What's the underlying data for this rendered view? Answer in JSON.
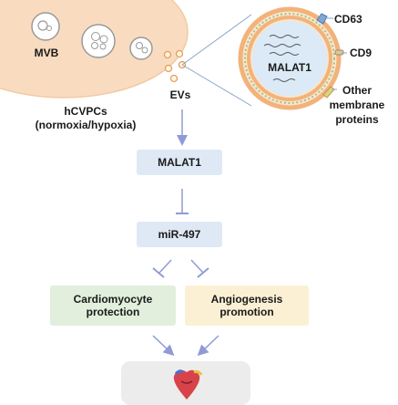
{
  "cell": {
    "mvb_label": "MVB",
    "cell_name": "hCVPCs",
    "condition": "(normoxia/hypoxia)"
  },
  "ev_label": "EVs",
  "vesicle": {
    "cargo": "MALAT1",
    "markers": [
      "CD63",
      "CD9"
    ],
    "other_proteins": [
      "Other",
      "membrane",
      "proteins"
    ]
  },
  "pathway": {
    "lncrna": "MALAT1",
    "mirna": "miR-497",
    "outcome_left": [
      "Cardiomyocyte",
      "protection"
    ],
    "outcome_right": [
      "Angiogenesis",
      "promotion"
    ]
  },
  "colors": {
    "cell_fill": "#f9dcc0",
    "cell_stroke": "#f2c9a4",
    "box_blue": "#dfe9f5",
    "box_green": "#e1efdc",
    "box_yellow": "#fbf0d3",
    "arrow": "#8f9bd6",
    "membrane_orange": "#f3b27a",
    "membrane_green": "#a8c27f"
  }
}
